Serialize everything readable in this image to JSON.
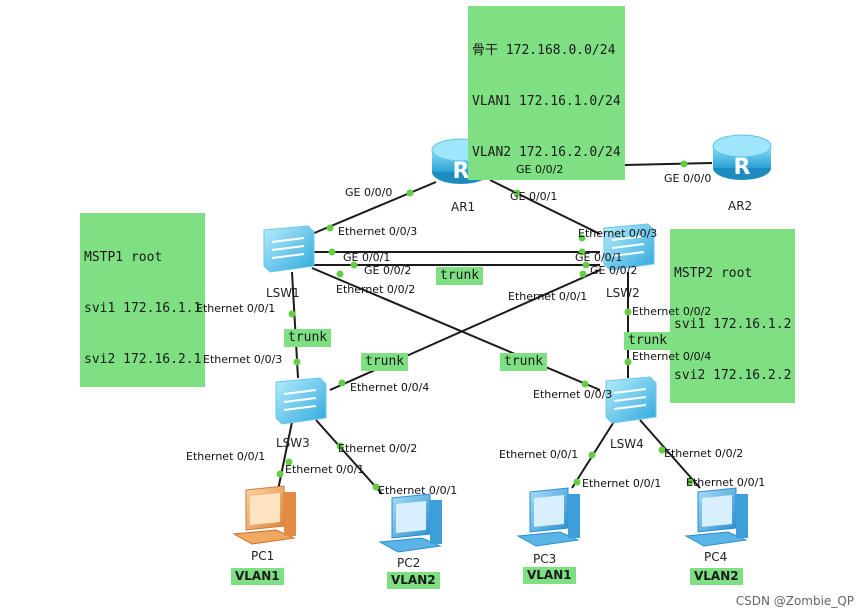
{
  "notes": {
    "backbone": [
      "骨干 172.168.0.0/24",
      "VLAN1 172.16.1.0/24",
      "VLAN2 172.16.2.0/24"
    ],
    "mstp1": [
      "MSTP1 root",
      "svi1 172.16.1.1",
      "svi2 172.16.2.1"
    ],
    "mstp2": [
      "MSTP2 root",
      "svi1 172.16.1.2",
      "svi2 172.16.2.2"
    ]
  },
  "devices": {
    "ar1": "AR1",
    "ar2": "AR2",
    "lsw1": "LSW1",
    "lsw2": "LSW2",
    "lsw3": "LSW3",
    "lsw4": "LSW4",
    "pc1": "PC1",
    "pc2": "PC2",
    "pc3": "PC3",
    "pc4": "PC4"
  },
  "ports": {
    "ar1_ge000": "GE 0/0/0",
    "ar1_ge002": "GE 0/0/2",
    "ar1_ge001": "GE 0/0/1",
    "ar2_ge000": "GE 0/0/0",
    "lsw1_e003": "Ethernet 0/0/3",
    "lsw1_ge001": "GE 0/0/1",
    "lsw1_ge002": "GE 0/0/2",
    "lsw1_e002": "Ethernet 0/0/2",
    "lsw1_e001": "Ethernet 0/0/1",
    "lsw2_e003": "Ethernet 0/0/3",
    "lsw2_ge001": "GE 0/0/1",
    "lsw2_ge002": "GE 0/0/2",
    "lsw2_e001": "Ethernet 0/0/1",
    "lsw2_e002": "Ethernet 0/0/2",
    "lsw3_e003": "Ethernet 0/0/3",
    "lsw3_e004": "Ethernet 0/0/4",
    "lsw3_e001": "Ethernet 0/0/1",
    "lsw3_e002": "Ethernet 0/0/2",
    "lsw4_e004": "Ethernet 0/0/4",
    "lsw4_e003": "Ethernet 0/0/3",
    "lsw4_e001": "Ethernet 0/0/1",
    "lsw4_e002": "Ethernet 0/0/2",
    "pc1_e001": "Ethernet 0/0/1",
    "pc2_e001": "Ethernet 0/0/1",
    "pc3_e001": "Ethernet 0/0/1",
    "pc4_e001": "Ethernet 0/0/1"
  },
  "trunk_label": "trunk",
  "vlans": {
    "pc1": "VLAN1",
    "pc2": "VLAN2",
    "pc3": "VLAN1",
    "pc4": "VLAN2"
  },
  "watermark": "CSDN @Zombie_QP",
  "colors": {
    "note_bg": "#7ee082",
    "link": "#1a1a1a",
    "port_dot": "#66cc44",
    "router": "#3fb6e0",
    "switch": "#4fc3ea",
    "pc_orange": "#f0a050",
    "pc_blue": "#4aa8e0"
  }
}
